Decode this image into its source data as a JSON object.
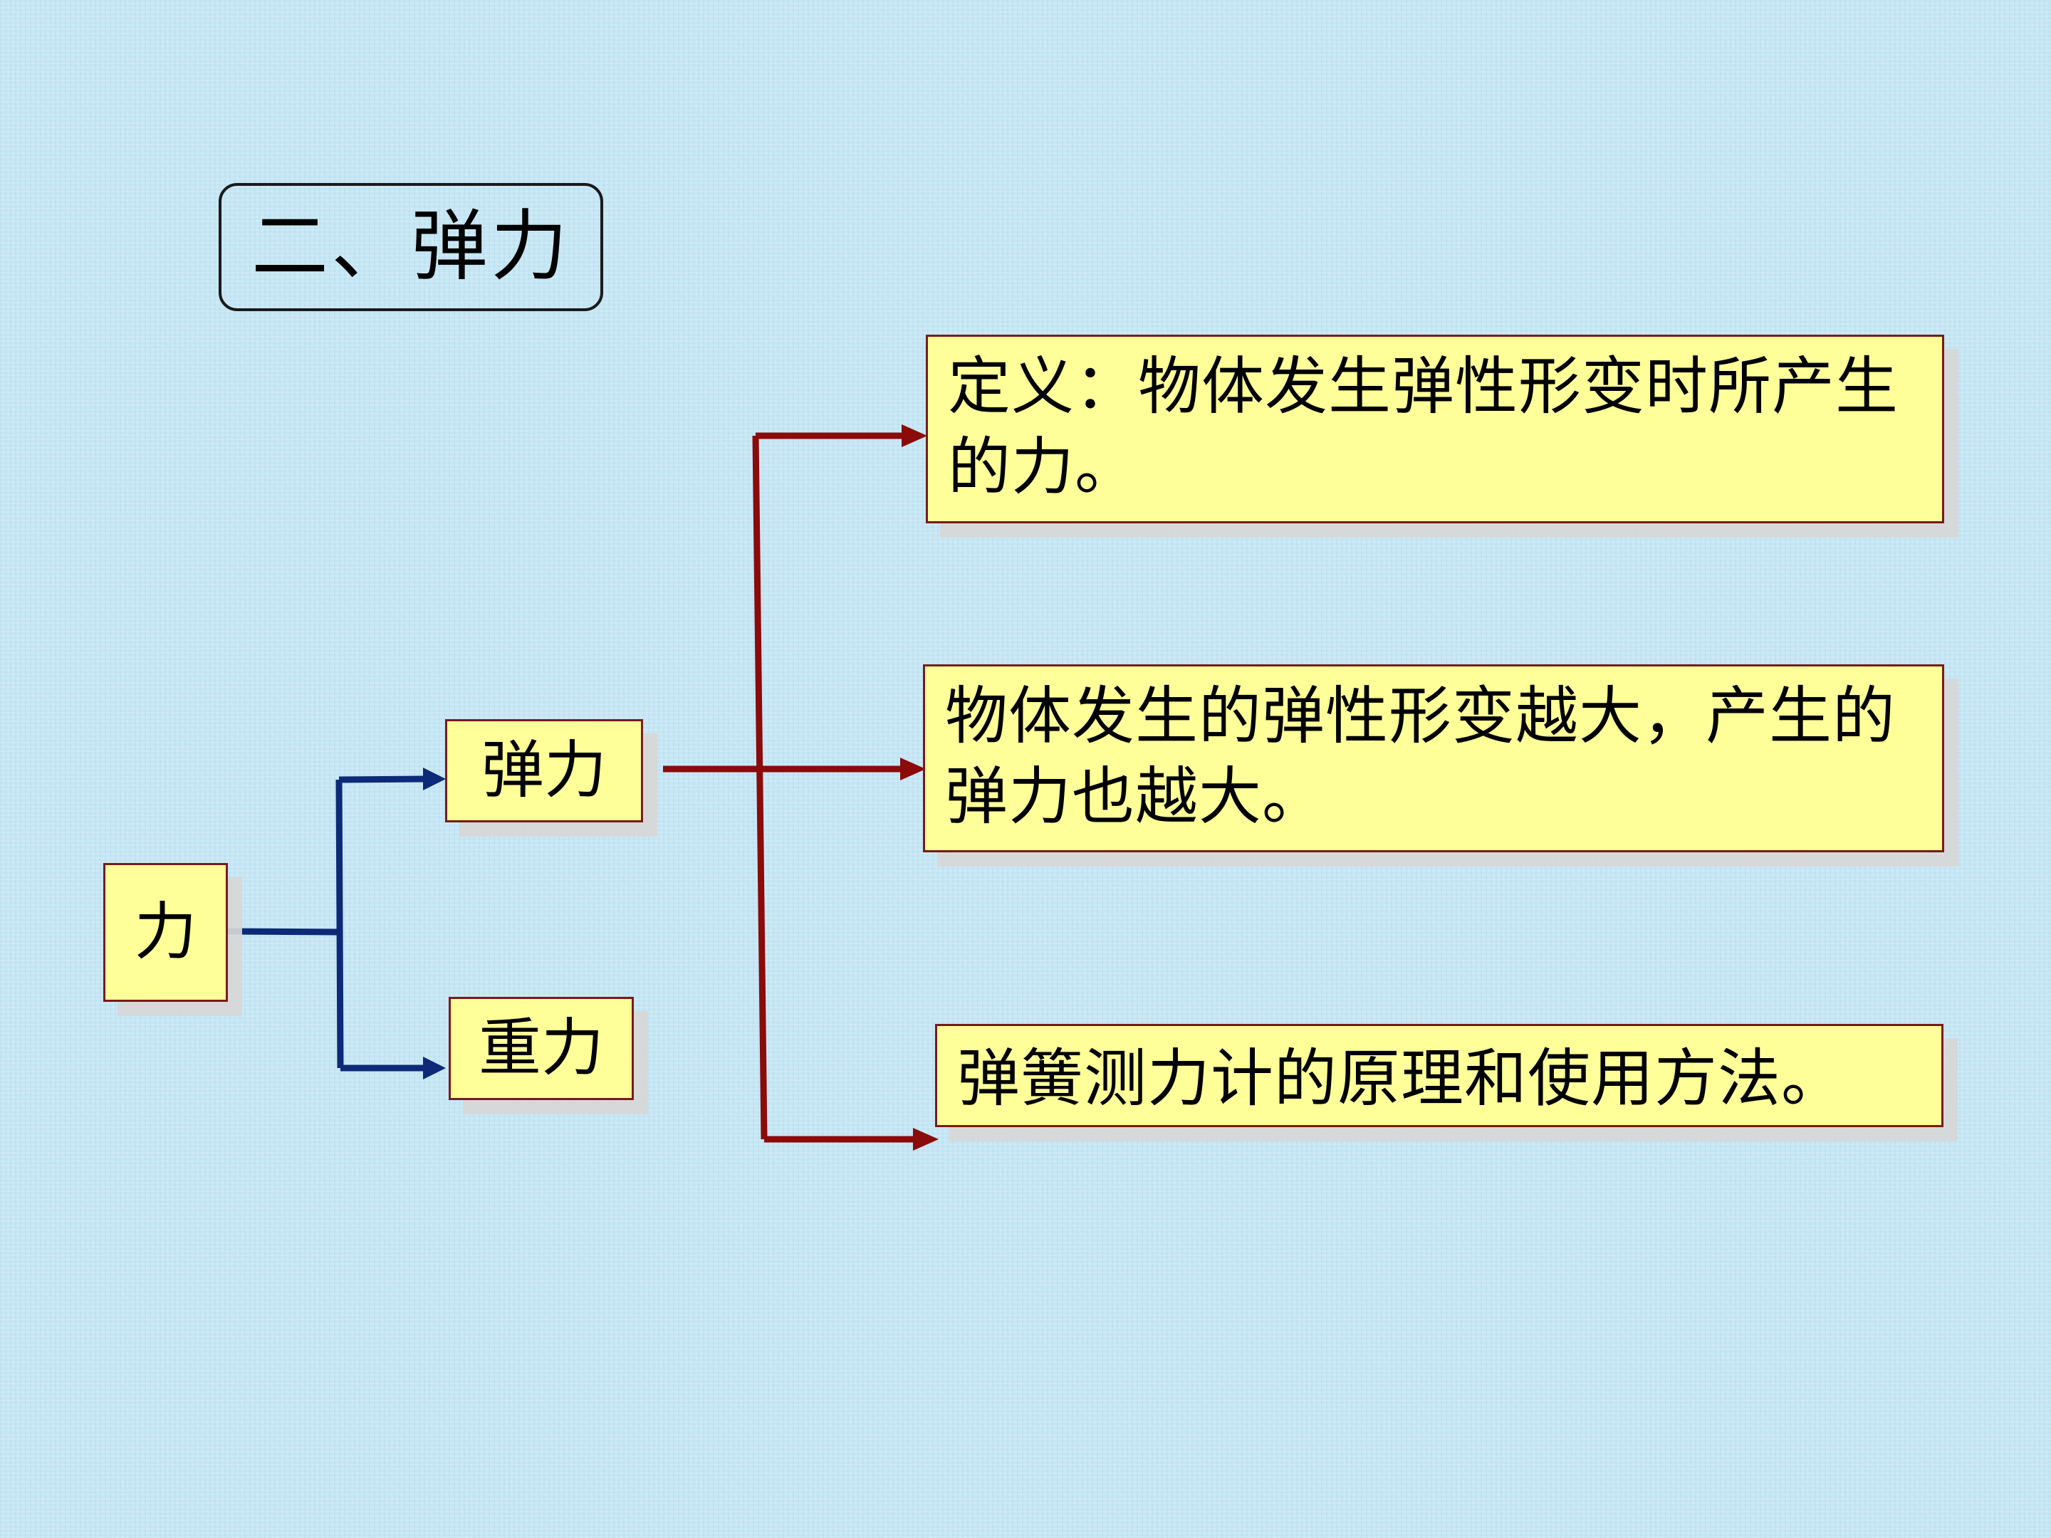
{
  "title": "二、弹力",
  "root": {
    "label": "力"
  },
  "level1": [
    {
      "id": "tanli",
      "label": "弹力"
    },
    {
      "id": "zhongli",
      "label": "重力"
    }
  ],
  "level2": [
    {
      "id": "definition",
      "text": "定义：物体发生弹性形变时所产生的力。"
    },
    {
      "id": "property",
      "text": "物体发生的弹性形变越大，产生的弹力也越大。"
    },
    {
      "id": "spring-scale",
      "text": "弹簧测力计的原理和使用方法。"
    }
  ],
  "colors": {
    "background": "#c5e6f4",
    "node_fill": "#ffff99",
    "node_border": "#7a1a1a",
    "blue_connector": "#0d2a78",
    "red_connector": "#8b0a0a"
  }
}
